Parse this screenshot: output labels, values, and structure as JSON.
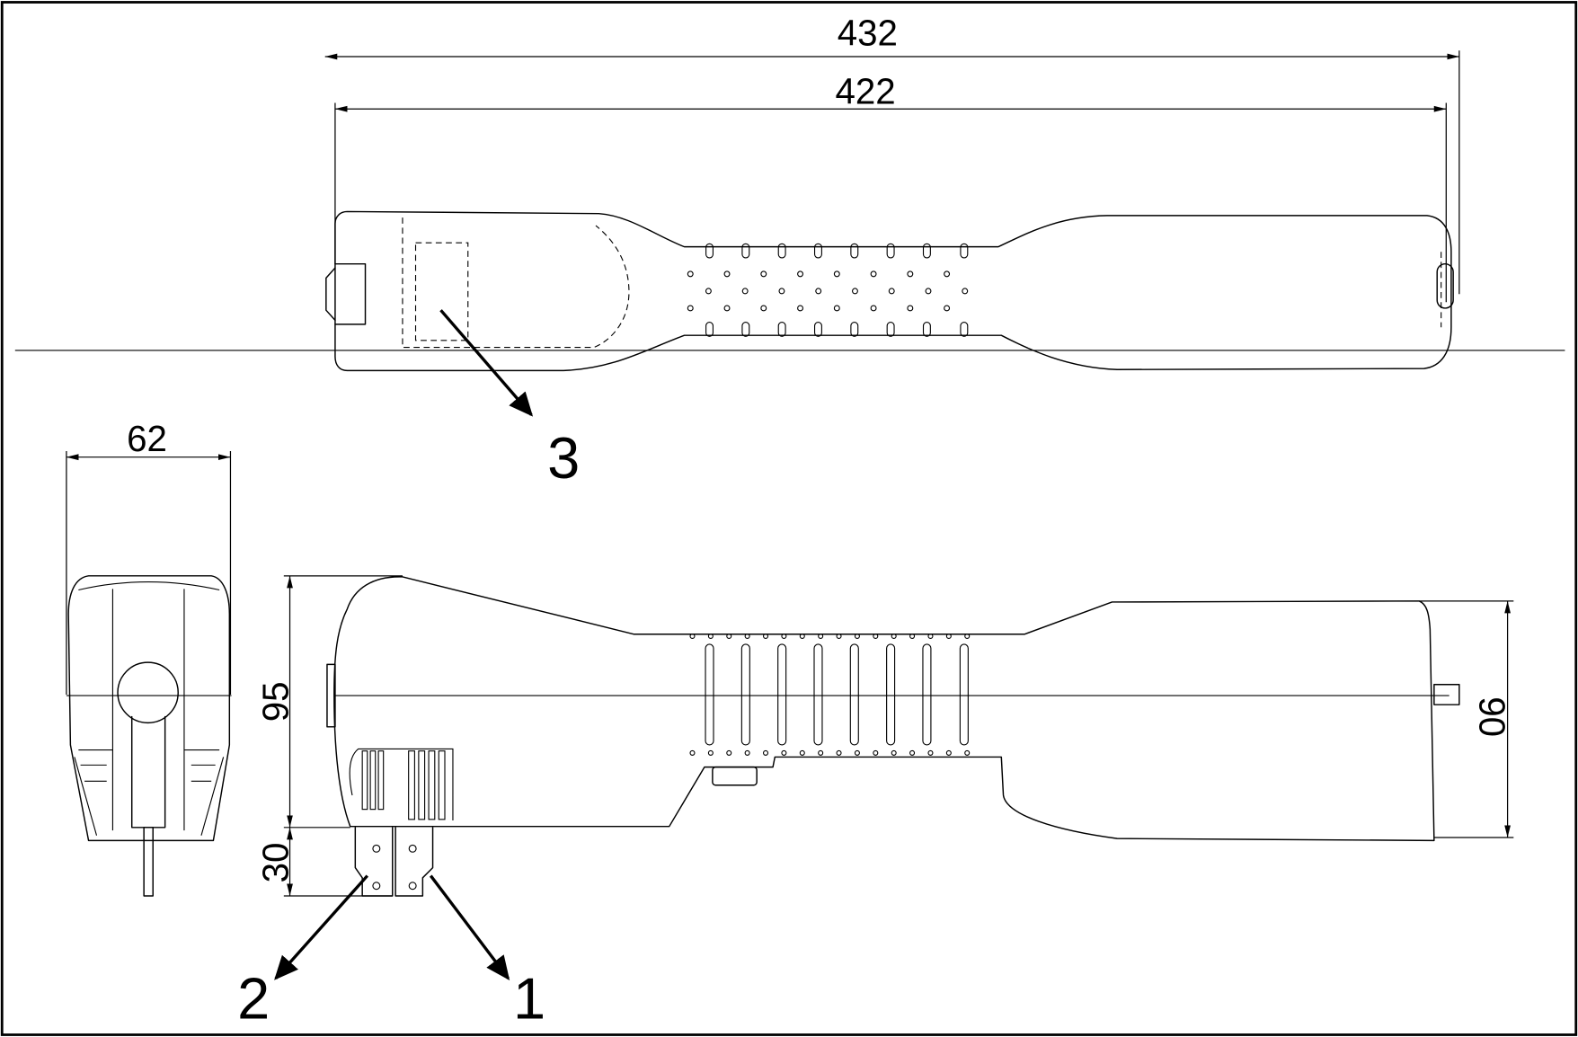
{
  "dimensions": {
    "overall_length": "432",
    "body_length": "422",
    "width": "62",
    "height": "95",
    "bracket_height": "30",
    "head_height": "90"
  },
  "callouts": {
    "one": "1",
    "two": "2",
    "three": "3"
  }
}
